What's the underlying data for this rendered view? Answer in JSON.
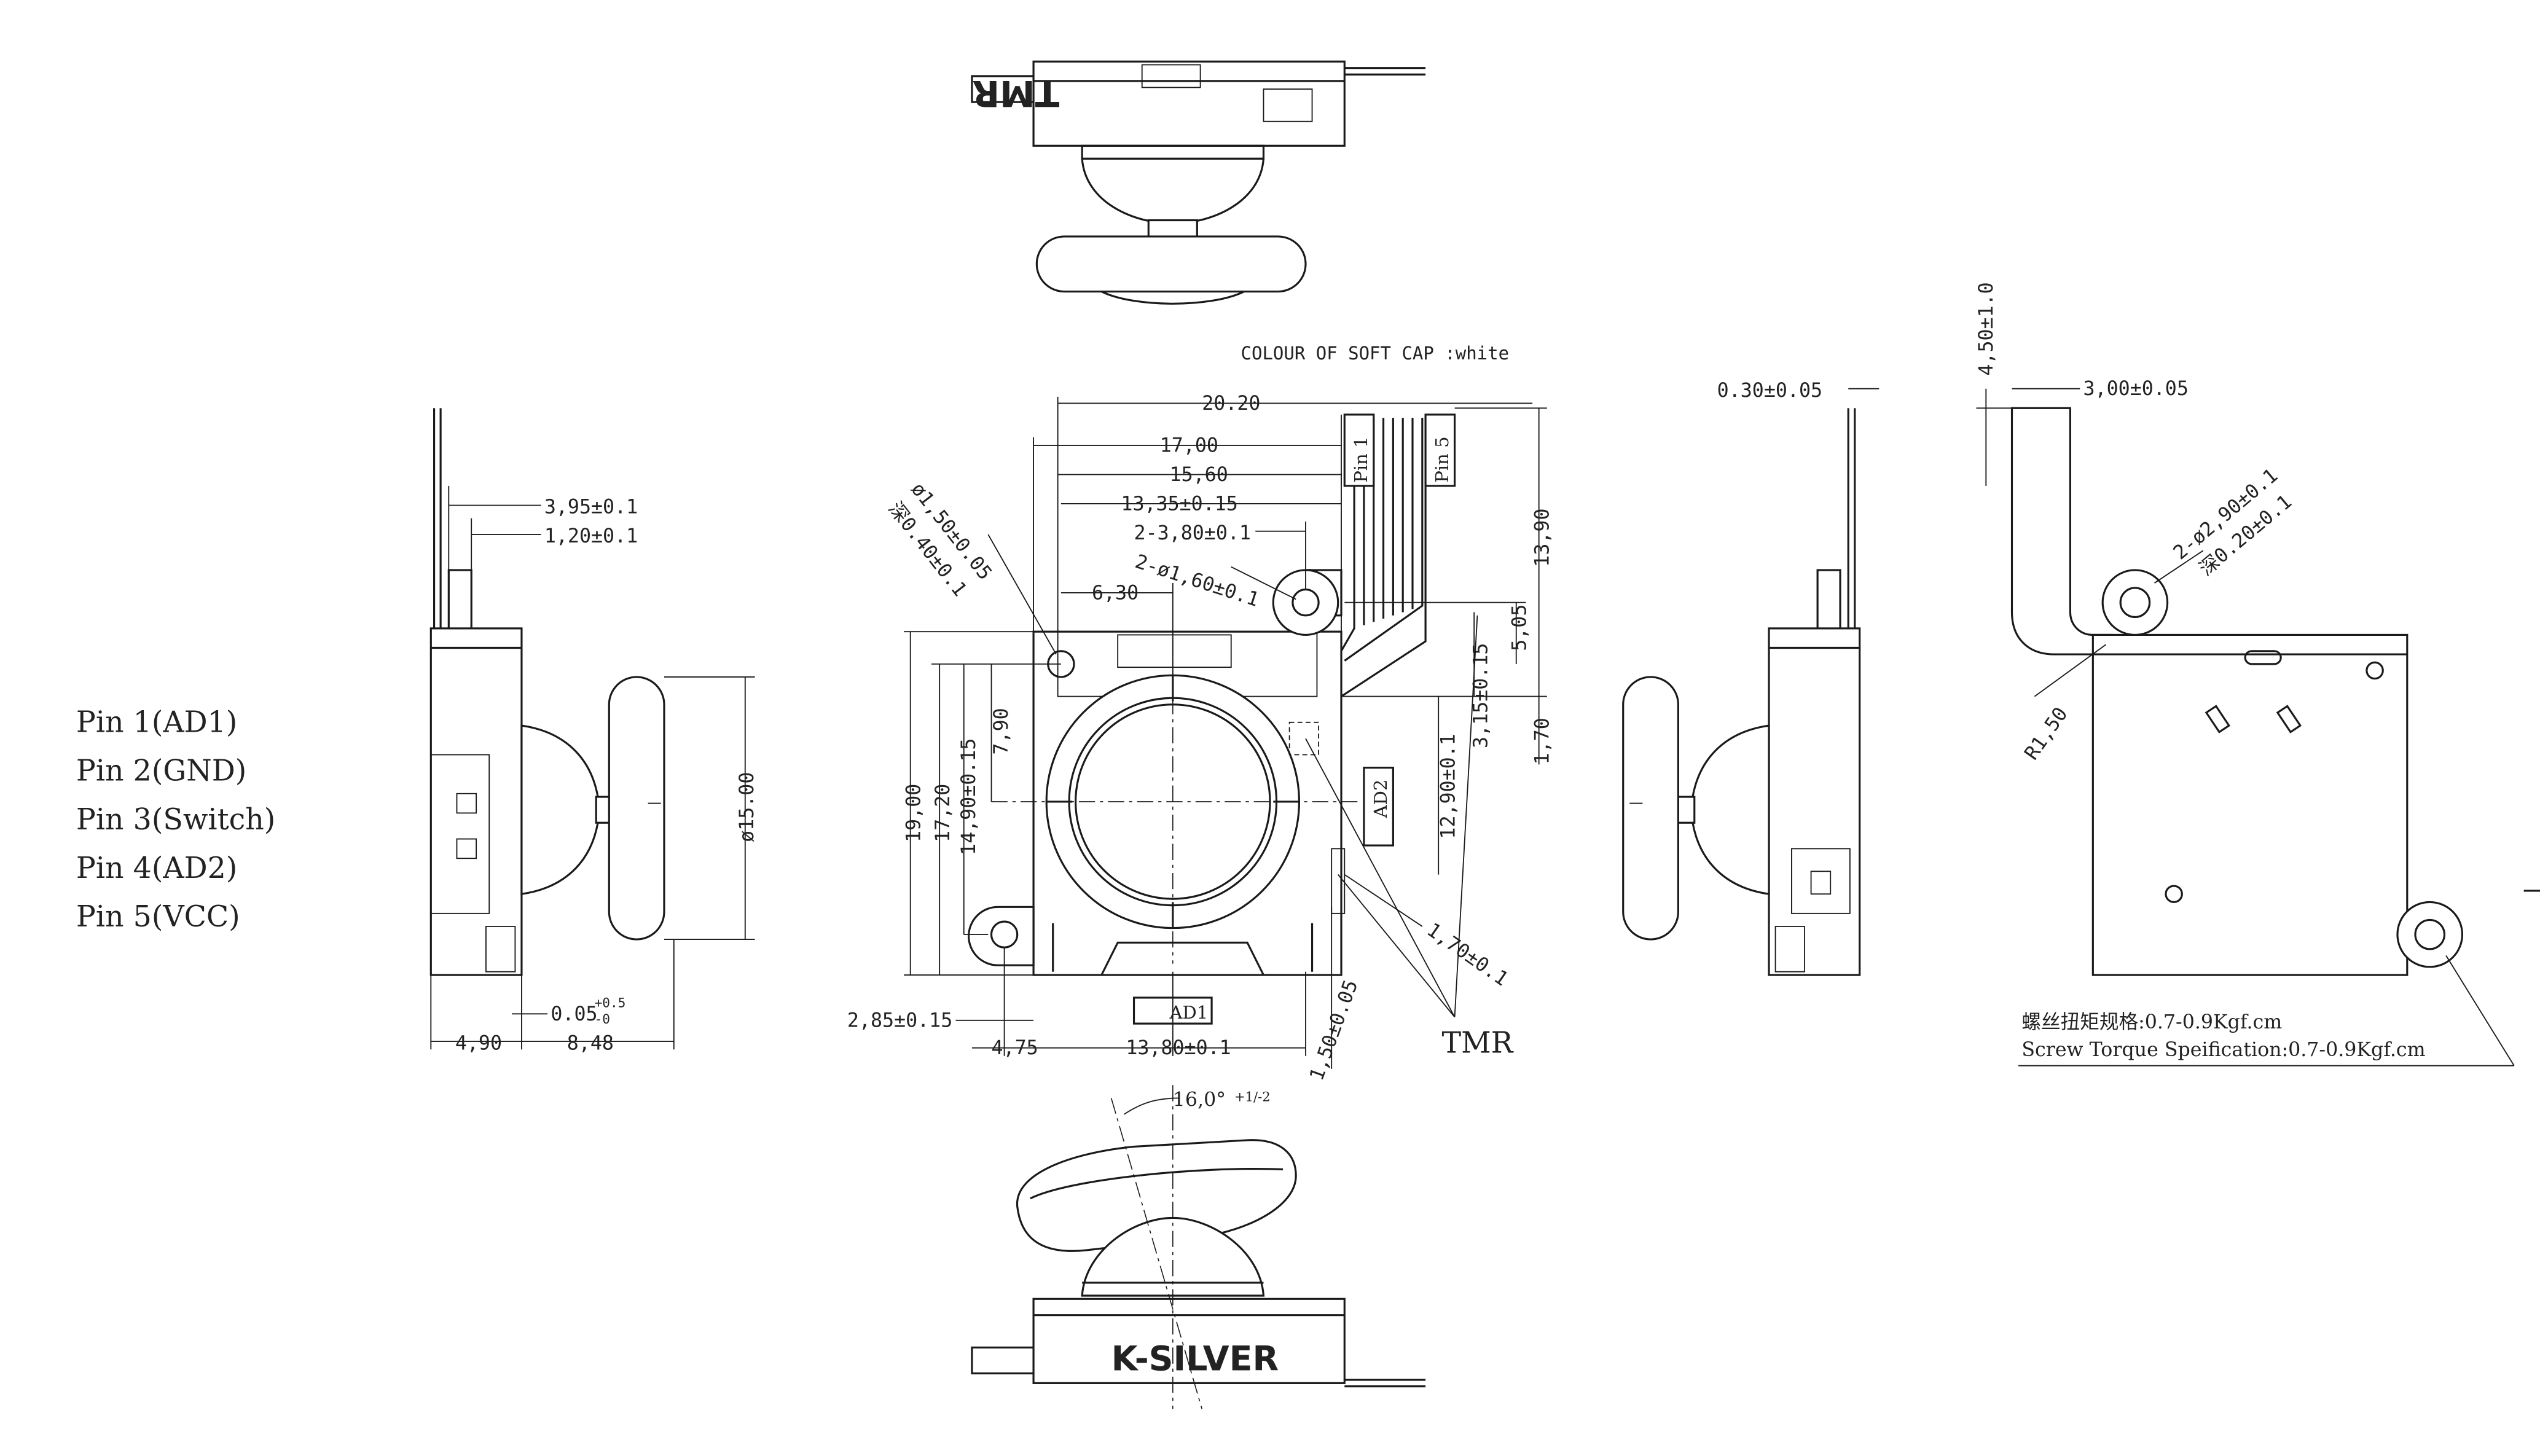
{
  "pin_list": [
    "Pin 1(AD1)",
    "Pin 2(GND)",
    "Pin 3(Switch)",
    "Pin 4(AD2)",
    "Pin 5(VCC)"
  ],
  "labels": {
    "tmr_top": "TMR",
    "brand_bottom": "K-SILVER",
    "colour_note": "COLOUR OF  SOFT CAP :white",
    "pin1_tag": "Pin 1",
    "pin5_tag": "Pin 5",
    "ad1_tag": "AD1",
    "ad2_tag": "AD2",
    "tmr_callout": "TMR",
    "torque_cn": "螺丝扭矩规格:0.7-0.9Kgf.cm",
    "torque_en": "Screw Torque Speification:0.7-0.9Kgf.cm"
  },
  "dimensions": {
    "left_395": "3,95±0.1",
    "left_120": "1,20±0.1",
    "left_dia15": "ø15.00",
    "left_005": "0.05",
    "left_005_tol_up": "+0.5",
    "left_005_tol_dn": "-0",
    "left_490": "4,90",
    "left_848": "8,48",
    "front_2020": "20.20",
    "front_1700": "17,00",
    "front_1560": "15,60",
    "front_1335": "13,35±0.15",
    "front_380": "2-3,80±0.1",
    "front_hole160": "2-ø1,60±0.1",
    "front_630": "6,30",
    "front_hole150": "ø1,50±0.05",
    "front_depth040": "深0.40±0.1",
    "front_1390": "13,90",
    "front_505": "5,05",
    "front_315": "3,15±0.15",
    "front_1290": "12,90±0.1",
    "front_170v": "1,70",
    "front_1900": "19,00",
    "front_1720": "17,20",
    "front_1490": "14,90±0.15",
    "front_790": "7,90",
    "front_285": "2,85±0.15",
    "front_475": "4,75",
    "front_1380": "13,80±0.1",
    "front_150": "1,50±0.05",
    "front_170": "1,70±0.1",
    "bottom_angle": "16,0°",
    "bottom_angle_tol": "+1/-2",
    "right_030": "0.30±0.05",
    "rear_450": "4,50±1.0",
    "rear_300": "3,00±0.05",
    "rear_hole290": "2-ø2,90±0.1",
    "rear_depth020": "深0.20±0.1",
    "rear_r150": "R1,50"
  }
}
